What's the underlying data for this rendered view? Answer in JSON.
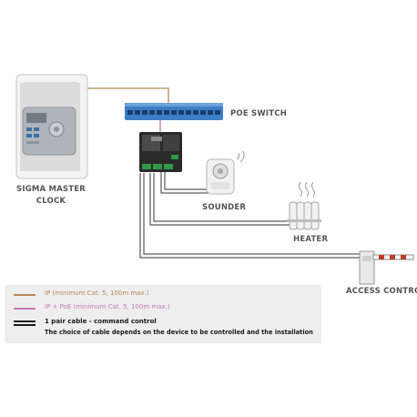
{
  "labels": {
    "poe_switch": "POE SWITCH",
    "master_clock_line1": "SIGMA MASTER",
    "master_clock_line2": "CLOCK",
    "sounder": "SOUNDER",
    "heater": "HEATER",
    "access_control": "ACCESS CONTROL"
  },
  "legend": {
    "items": [
      {
        "text": "IP (minimum Cat. 5, 100m max.)",
        "color": "#b58a58",
        "style": "single"
      },
      {
        "text": "IP + PoE (minimum Cat. 5, 100m max.)",
        "color": "#c978b8",
        "style": "single"
      },
      {
        "text": "1 pair cable - command control",
        "color": "#1a1a1a",
        "style": "double"
      }
    ],
    "note": "The choice of cable depends on the device to be controlled and the installation"
  },
  "colors": {
    "ip_cable": "#b58a58",
    "poe_cable": "#c978b8",
    "control_cable": "#333333",
    "switch_blue": "#3d7ec7",
    "label_gray": "#555555",
    "legend_bg": "#eeeeee"
  }
}
